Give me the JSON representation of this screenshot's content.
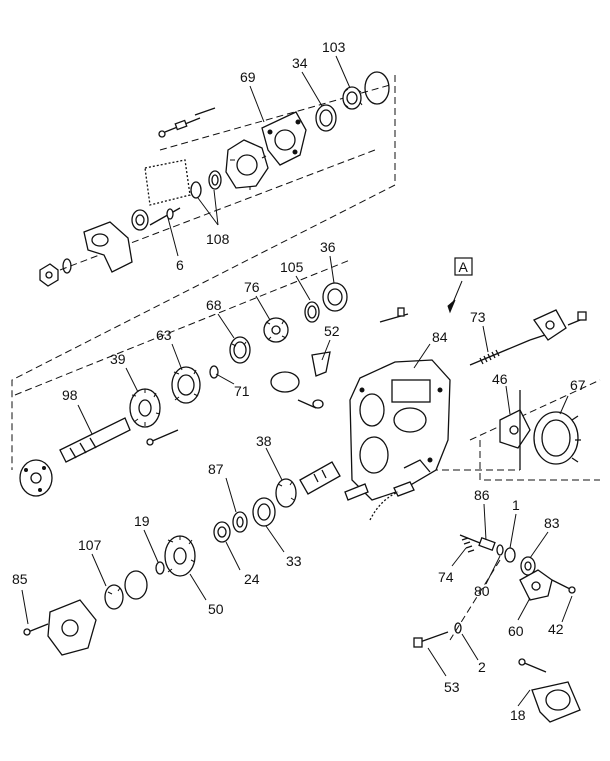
{
  "diagram": {
    "section_marker": "A",
    "labels": {
      "l103": "103",
      "l34": "34",
      "l69": "69",
      "l108": "108",
      "l6": "6",
      "l36": "36",
      "l105": "105",
      "l76": "76",
      "l68": "68",
      "l52": "52",
      "l63": "63",
      "l39": "39",
      "l98": "98",
      "l71": "71",
      "l84": "84",
      "l73": "73",
      "l46": "46",
      "l67": "67",
      "l38": "38",
      "l87": "87",
      "l33": "33",
      "l24": "24",
      "l19": "19",
      "l107": "107",
      "l50": "50",
      "l85": "85",
      "l86": "86",
      "l1": "1",
      "l83": "83",
      "l74": "74",
      "l80": "80",
      "l60": "60",
      "l42": "42",
      "l2": "2",
      "l53": "53",
      "l18": "18"
    }
  }
}
